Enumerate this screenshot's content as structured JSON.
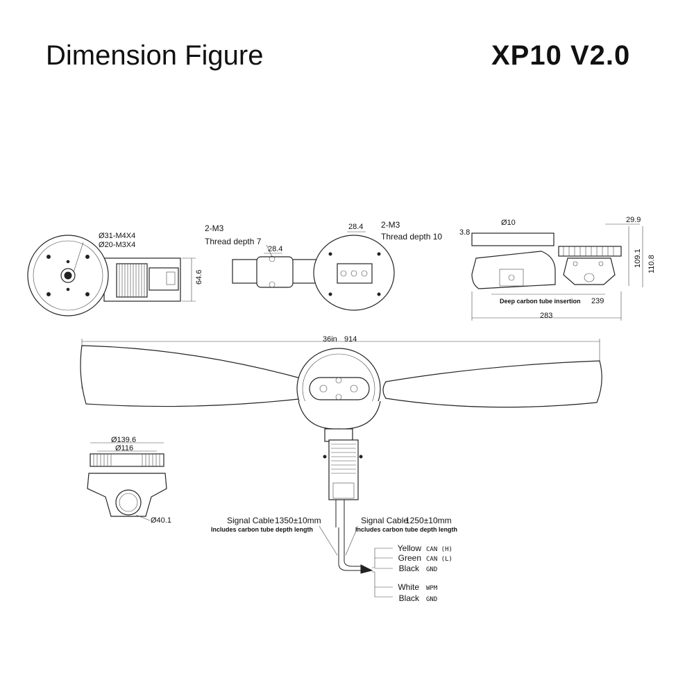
{
  "header": {
    "title": "Dimension Figure",
    "model": "XP10 V2.0"
  },
  "front_view": {
    "hole_callout_outer": "Ø31-M4X4",
    "hole_callout_inner": "Ø20-M3X4",
    "height_dim": "64.6"
  },
  "clamp_view": {
    "thread_left_spec": "2-M3",
    "thread_left_depth": "Thread depth 7",
    "thread_left_dim": "28.4",
    "thread_right_spec": "2-M3",
    "thread_right_depth": "Thread depth 10",
    "thread_right_dim": "28.4"
  },
  "side_view": {
    "dim_top_left": "3.8",
    "dim_top_hole": "Ø10",
    "dim_top_right": "29.9",
    "dim_height_inner": "109.1",
    "dim_height_outer": "110.8",
    "insertion_label": "Deep carbon tube insertion",
    "insertion_value": "239",
    "overall_length": "283"
  },
  "propeller_view": {
    "span_in": "36in",
    "span_mm": "914"
  },
  "bottom_view": {
    "dia_outer": "Ø139.6",
    "dia_inner": "Ø116",
    "dia_tube": "Ø40.1"
  },
  "cables": {
    "left_label": "Signal Cable",
    "left_length": "1350±10mm",
    "left_note": "Includes carbon tube depth length",
    "right_label": "Signal Cable",
    "right_length": "1250±10mm",
    "right_note": "Includes carbon tube depth length",
    "wires": [
      {
        "color": "Yellow",
        "signal": "CAN (H)"
      },
      {
        "color": "Green",
        "signal": "CAN (L)"
      },
      {
        "color": "Black",
        "signal": "GND"
      },
      {
        "color": "White",
        "signal": "WPM"
      },
      {
        "color": "Black",
        "signal": "GND"
      }
    ]
  }
}
